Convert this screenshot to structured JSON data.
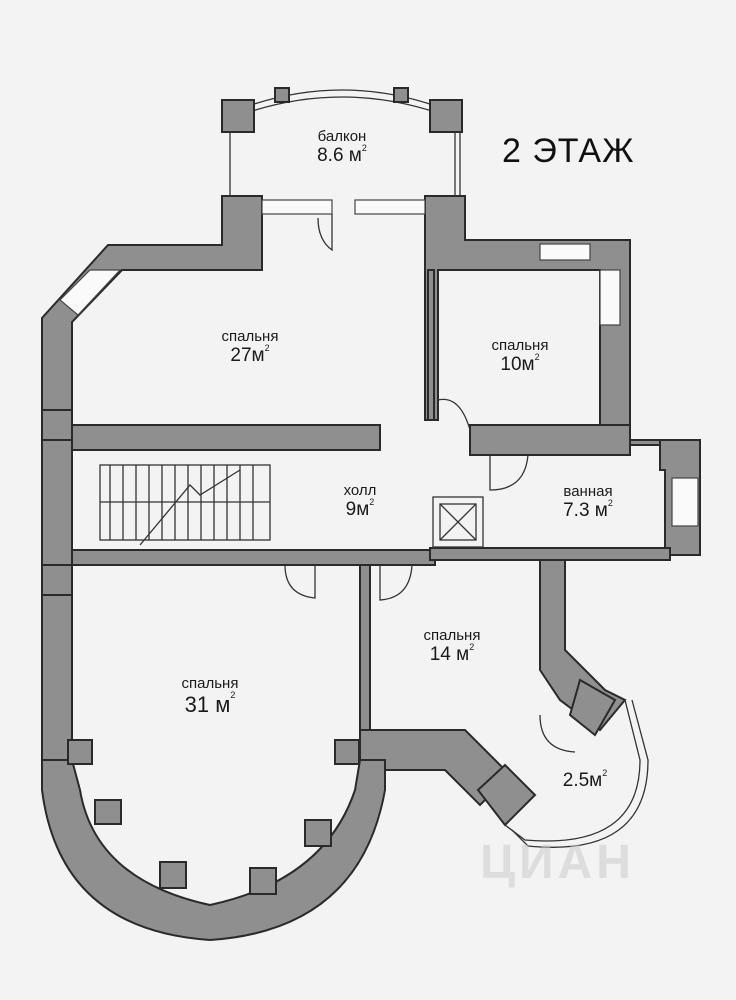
{
  "title": "2 ЭТАЖ",
  "watermark": "ЦИАН",
  "rooms": [
    {
      "name": "балкон",
      "area": "8.6 м",
      "unit_sup": "2"
    },
    {
      "name": "спальня",
      "area": "27м",
      "unit_sup": "2"
    },
    {
      "name": "спальня",
      "area": "10м",
      "unit_sup": "2"
    },
    {
      "name": "холл",
      "area": "9м",
      "unit_sup": "2"
    },
    {
      "name": "ванная",
      "area": "7.3 м",
      "unit_sup": "2"
    },
    {
      "name": "спальня",
      "area": "14 м",
      "unit_sup": "2"
    },
    {
      "name": "спальня",
      "area": "31 м",
      "unit_sup": "2"
    },
    {
      "name": "",
      "area": "2.5м",
      "unit_sup": "2"
    }
  ],
  "colors": {
    "wall": "#8f8f8f",
    "background": "#f3f3f3",
    "line": "#2a2a2a"
  }
}
